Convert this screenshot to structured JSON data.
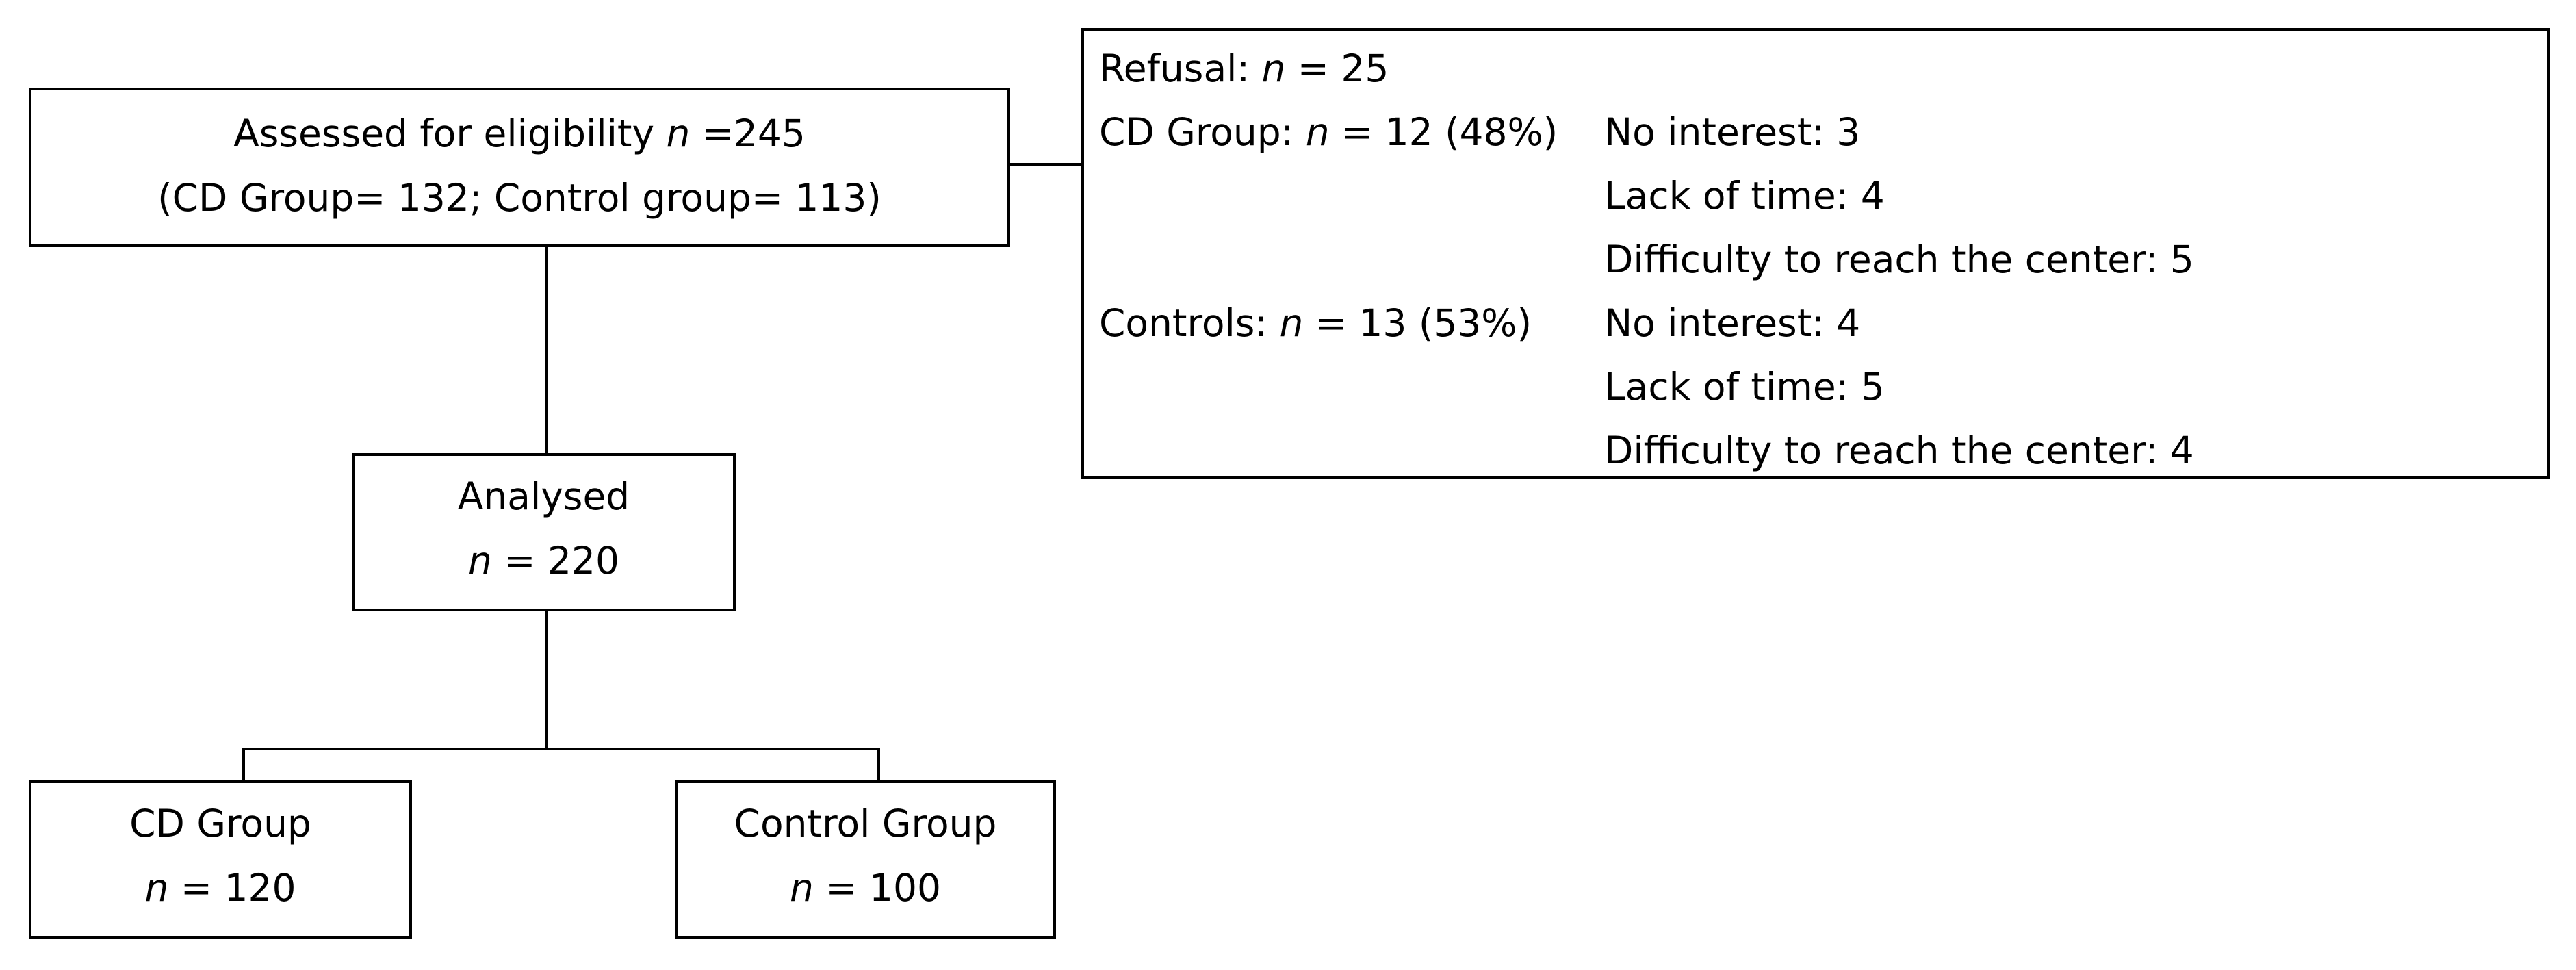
{
  "eligibility": {
    "line1_prefix": "Assessed for eligibility ",
    "line1_n": "n",
    "line1_value": " =245",
    "line2": "(CD Group= 132; Control group= 113)"
  },
  "refusal": {
    "title_prefix": "Refusal: ",
    "title_n": "n",
    "title_value": " = 25",
    "cd": {
      "label_prefix": "CD Group: ",
      "label_n": "n",
      "label_value": " = 12 (48%)",
      "reasons": [
        "No interest: 3",
        "Lack of time: 4",
        "Difficulty to reach the center: 5"
      ]
    },
    "controls": {
      "label_prefix": "Controls: ",
      "label_n": "n",
      "label_value": " = 13 (53%)",
      "reasons": [
        "No interest: 4",
        "Lack of time: 5",
        "Difficulty to reach the center: 4"
      ]
    }
  },
  "analysed": {
    "title": "Analysed",
    "n": "n",
    "value": " = 220"
  },
  "cd_group": {
    "title": "CD Group",
    "n": "n",
    "value": " = 120"
  },
  "control_group": {
    "title": "Control Group",
    "n": "n",
    "value": " = 100"
  }
}
